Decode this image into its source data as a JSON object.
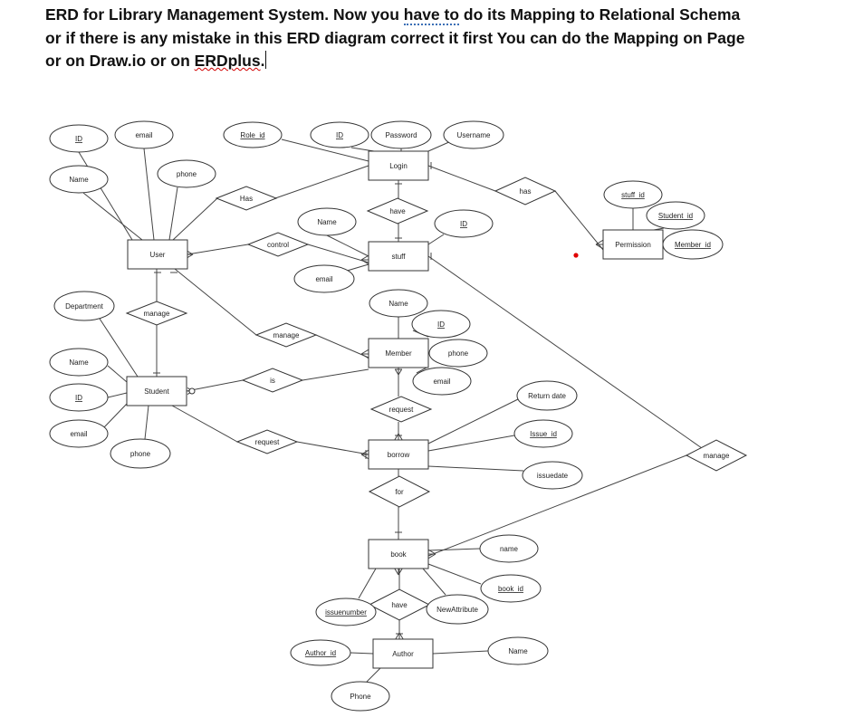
{
  "document": {
    "line1": {
      "pre": "ERD for Library Management System. Now you ",
      "dotted": "have to",
      "post": " do its Mapping to Relational Schema"
    },
    "line2": "or if there is any mistake in this ERD diagram correct it first You can do the Mapping on Page",
    "line3": {
      "pre": "or on Draw.io or on ",
      "squiggle": "ERDplus",
      "post": "."
    }
  },
  "diagram": {
    "entities": [
      {
        "id": "login",
        "label": "Login"
      },
      {
        "id": "user",
        "label": "User"
      },
      {
        "id": "stuff",
        "label": "stuff"
      },
      {
        "id": "permission",
        "label": "Permission"
      },
      {
        "id": "member",
        "label": "Member"
      },
      {
        "id": "student",
        "label": "Student"
      },
      {
        "id": "borrow",
        "label": "borrow"
      },
      {
        "id": "book",
        "label": "book"
      },
      {
        "id": "author",
        "label": "Author"
      }
    ],
    "relationships": [
      {
        "id": "r_has_user",
        "label": "Has"
      },
      {
        "id": "r_has_perm",
        "label": "has"
      },
      {
        "id": "r_have_login",
        "label": "have"
      },
      {
        "id": "r_control",
        "label": "control"
      },
      {
        "id": "r_manage_user",
        "label": "manage"
      },
      {
        "id": "r_manage_member",
        "label": "manage"
      },
      {
        "id": "r_is",
        "label": "is"
      },
      {
        "id": "r_request1",
        "label": "request"
      },
      {
        "id": "r_request2",
        "label": "request"
      },
      {
        "id": "r_for",
        "label": "for"
      },
      {
        "id": "r_manage_book",
        "label": "manage"
      },
      {
        "id": "r_have_book",
        "label": "have"
      }
    ],
    "attributes": [
      {
        "id": "user_id",
        "label": "ID",
        "key": true
      },
      {
        "id": "user_email",
        "label": "email",
        "key": false
      },
      {
        "id": "user_name",
        "label": "Name",
        "key": false
      },
      {
        "id": "user_phone",
        "label": "phone",
        "key": false
      },
      {
        "id": "login_role",
        "label": "Role_id",
        "key": true
      },
      {
        "id": "login_id",
        "label": "ID",
        "key": true
      },
      {
        "id": "login_pw",
        "label": "Password",
        "key": false
      },
      {
        "id": "login_user",
        "label": "Username",
        "key": false
      },
      {
        "id": "stuff_name",
        "label": "Name",
        "key": false
      },
      {
        "id": "stuff_id",
        "label": "ID",
        "key": true
      },
      {
        "id": "stuff_email",
        "label": "email",
        "key": false
      },
      {
        "id": "perm_stuff",
        "label": "stuff_id",
        "key": true
      },
      {
        "id": "perm_student",
        "label": "Student_id",
        "key": true
      },
      {
        "id": "perm_member",
        "label": "Member_id",
        "key": true
      },
      {
        "id": "stu_dept",
        "label": "Department",
        "key": false
      },
      {
        "id": "stu_name",
        "label": "Name",
        "key": false
      },
      {
        "id": "stu_id",
        "label": "ID",
        "key": true
      },
      {
        "id": "stu_email",
        "label": "email",
        "key": false
      },
      {
        "id": "stu_phone",
        "label": "phone",
        "key": false
      },
      {
        "id": "mem_name",
        "label": "Name",
        "key": false
      },
      {
        "id": "mem_id",
        "label": "ID",
        "key": true
      },
      {
        "id": "mem_phone",
        "label": "phone",
        "key": false
      },
      {
        "id": "mem_email",
        "label": "email",
        "key": false
      },
      {
        "id": "bor_return",
        "label": "Return date",
        "key": false
      },
      {
        "id": "bor_issue",
        "label": "Issue_id",
        "key": true
      },
      {
        "id": "bor_issuedate",
        "label": "issuedate",
        "key": false
      },
      {
        "id": "book_name",
        "label": "name",
        "key": false
      },
      {
        "id": "book_id",
        "label": "book_id",
        "key": true
      },
      {
        "id": "book_issuenum",
        "label": "issuenumber",
        "key": true
      },
      {
        "id": "book_newattr",
        "label": "NewAttribute",
        "key": false
      },
      {
        "id": "auth_id",
        "label": "Author_id",
        "key": true
      },
      {
        "id": "auth_name",
        "label": "Name",
        "key": false
      },
      {
        "id": "auth_phone",
        "label": "Phone",
        "key": false
      }
    ],
    "colors": {
      "stroke": "#333333",
      "marker": "#e00000"
    }
  }
}
